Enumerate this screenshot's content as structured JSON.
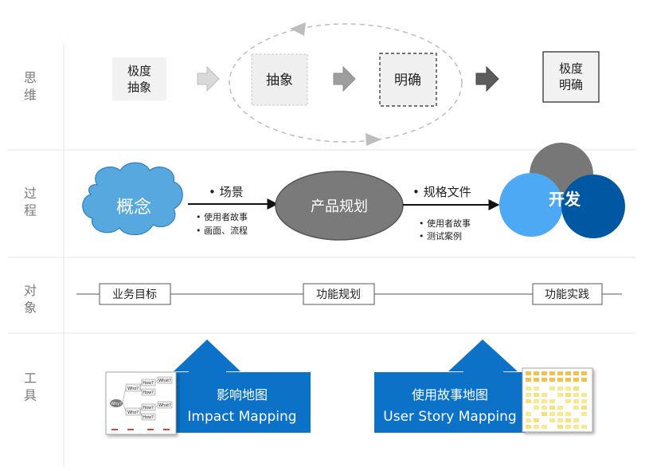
{
  "rows": {
    "thinking": "思\n维",
    "process": "过\n程",
    "object": "对\n象",
    "tools": "工\n具"
  },
  "thinking": {
    "box1": "极度\n抽象",
    "box2": "抽象",
    "box3": "明确",
    "box4": "极度\n明确"
  },
  "process": {
    "cloud": "概念",
    "label1": "• 场景",
    "bullets1": [
      "• 使用者故事",
      "• 画面、流程"
    ],
    "ellipse": "产品规划",
    "label2": "• 规格文件",
    "bullets2": [
      "• 使用者故事",
      "• 测试案例"
    ],
    "develop": "开发"
  },
  "object": {
    "item1": "业务目标",
    "item2": "功能规划",
    "item3": "功能实践"
  },
  "tools": {
    "tool1": {
      "title": "影响地图",
      "subtitle": "Impact Mapping"
    },
    "tool2": {
      "title": "使用故事地图",
      "subtitle": "User Story Mapping"
    },
    "thumb1": [
      "Why?",
      "Who?",
      "How?",
      "What?"
    ]
  },
  "colors": {
    "cloud": "#58A8E0",
    "ellipse": "#7A7A7A",
    "circle_gray": "#777777",
    "circle_light": "#4EA9F5",
    "circle_dark": "#0058A3",
    "tool_blue": "#0B72C8"
  }
}
